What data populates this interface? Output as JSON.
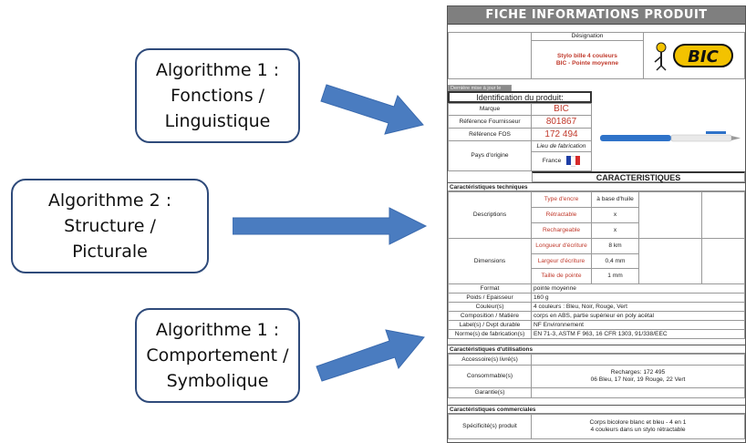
{
  "boxes": [
    {
      "lines": [
        "Algorithme 1 :",
        "Fonctions /",
        "Linguistique"
      ]
    },
    {
      "lines": [
        "Algorithme 2 :",
        "Structure /",
        "Picturale"
      ]
    },
    {
      "lines": [
        "Algorithme 1 :",
        "Comportement /",
        "Symbolique"
      ]
    }
  ],
  "colors": {
    "arrow": "#4a7cc0",
    "box_border": "#2e4a7a",
    "header_bg": "#7f7f7f",
    "red_text": "#c0392b"
  },
  "sheet": {
    "title": "FICHE INFORMATIONS PRODUIT",
    "designation_label": "Désignation",
    "designation_value_1": "Stylo bille 4 couleurs",
    "designation_value_2": "BIC - Pointe moyenne",
    "logo_text": "BIC",
    "last_update": "Dernière mise à jour le",
    "ident_title": "Identification du produit:",
    "marque_label": "Marque",
    "marque_value": "BIC",
    "ref_fourn_label": "Référence Fournisseur",
    "ref_fourn_value": "801867",
    "ref_fos_label": "Référence FOS",
    "ref_fos_value": "172 494",
    "lieu_label": "Lieu de fabrication",
    "pays_label": "Pays d'origine",
    "pays_value": "France",
    "caract_title": "CARACTERISTIQUES",
    "tech_section": "Caractéristiques techniques",
    "descriptions_label": "Descriptions",
    "type_encre_label": "Type d'encre",
    "type_encre_value": "à base d'huile",
    "retractable_label": "Rétractable",
    "retractable_value": "x",
    "rechargeable_label": "Rechargeable",
    "rechargeable_value": "x",
    "dimensions_label": "Dimensions",
    "longueur_label": "Longueur d'écriture",
    "longueur_value": "8 km",
    "largeur_label": "Largeur d'écriture",
    "largeur_value": "0,4 mm",
    "taille_label": "Taille de pointe",
    "taille_value": "1 mm",
    "rows": [
      {
        "label": "Format",
        "value": "pointe moyenne"
      },
      {
        "label": "Poids / Epaisseur",
        "value": "160 g"
      },
      {
        "label": "Couleur(s)",
        "value": "4 couleurs : Bleu, Noir, Rouge, Vert"
      },
      {
        "label": "Composition / Matière",
        "value": "corps en ABS, partie supérieur en poly acétal"
      },
      {
        "label": "Label(s) / Dvpt durable",
        "value": "NF Environnement"
      },
      {
        "label": "Norme(s) de fabrication(s)",
        "value": "EN 71-3, ASTM F 963, 16 CFR 1303, 91/338/EEC"
      }
    ],
    "util_section": "Caractéristiques d'utilisations",
    "accessoires_label": "Accessoire(s) livré(s)",
    "consommable_label": "Consommable(s)",
    "consommable_value_1": "Recharges: 172 495",
    "consommable_value_2": "06 Bleu, 17 Noir, 19 Rouge, 22 Vert",
    "garantie_label": "Garantie(s)",
    "comm_section": "Caractéristiques commerciales",
    "specificite_label": "Spécificité(s) produit",
    "specificite_value_1": "Corps bicolore blanc et bleu - 4 en 1",
    "specificite_value_2": "4 couleurs dans un stylo rétractable"
  }
}
